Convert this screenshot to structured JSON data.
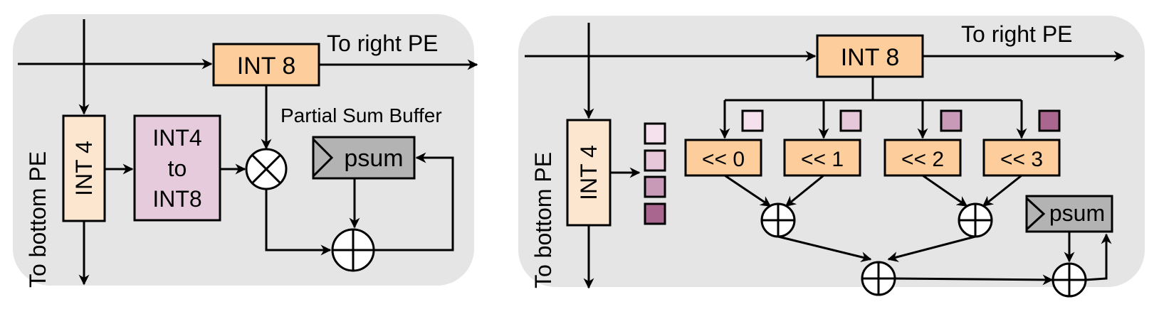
{
  "left": {
    "to_right": "To right PE",
    "to_bottom": "To bottom PE",
    "int8": "INT 8",
    "int4": "INT 4",
    "convert": [
      "INT4",
      "to",
      "INT8"
    ],
    "psum_buffer_label": "Partial Sum Buffer",
    "psum": "psum"
  },
  "right": {
    "to_right": "To right PE",
    "to_bottom": "To bottom PE",
    "int8": "INT 8",
    "int4": "INT 4",
    "shifts": [
      "<< 0",
      "<< 1",
      "<< 2",
      "<< 3"
    ],
    "psum": "psum"
  },
  "colors": {
    "panel": "#e5e5e5",
    "int8": "#fdcd9c",
    "int4": "#fde6cf",
    "convert": "#e5cbdc",
    "psum": "#b3b3b3",
    "bit_shades": [
      "#f5e1ee",
      "#e6c7da",
      "#c99ab7",
      "#a96790"
    ]
  }
}
